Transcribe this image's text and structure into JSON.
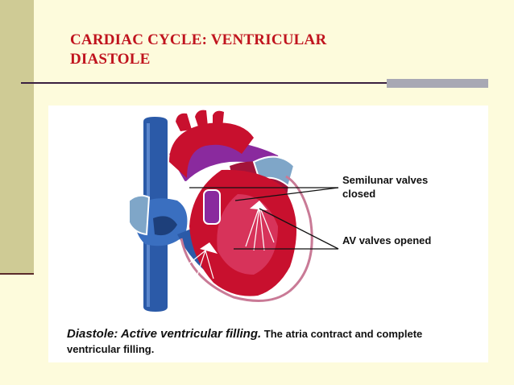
{
  "slide": {
    "title": "CARDIAC CYCLE: VENTRICULAR DIASTOLE"
  },
  "diagram": {
    "labels": {
      "semilunar": "Semilunar valves closed",
      "av": "AV valves opened"
    },
    "caption": {
      "lead": "Diastole: Active ventricular filling.",
      "rest": " The atria contract and complete ventricular filling."
    }
  },
  "colors": {
    "title": "#c0141e",
    "oxygenated": "#c8102e",
    "deoxygenated": "#2b5aa8",
    "pulmonary": "#8a2a9e",
    "accent_band": "#cfcb95"
  }
}
